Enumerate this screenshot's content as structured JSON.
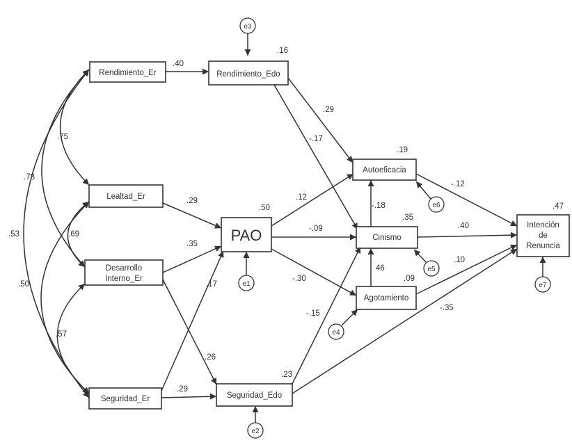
{
  "diagram": {
    "colors": {
      "stroke": "#333333",
      "text": "#333333",
      "background": "#ffffff"
    },
    "nodes": {
      "rend_er": {
        "label": "Rendimiento_Er"
      },
      "rend_edo": {
        "label": "Rendimiento_Edo",
        "r2": ".16"
      },
      "lealtad": {
        "label": "Lealtad_Er"
      },
      "pao": {
        "label": "PAO",
        "r2": ".50"
      },
      "desarrollo": {
        "label_line1": "Desarrollo",
        "label_line2": "Interno_Er"
      },
      "seg_er": {
        "label": "Seguridad_Er"
      },
      "seg_edo": {
        "label": "Seguridad_Edo",
        "r2": ".23"
      },
      "autoeficacia": {
        "label": "Autoeficacia",
        "r2": ".19"
      },
      "cinismo": {
        "label": "Cinismo",
        "r2": ".35"
      },
      "agotamiento": {
        "label": "Agotamiento",
        "r2": ".09"
      },
      "intencion": {
        "label_line1": "Intención",
        "label_line2": "de",
        "label_line3": "Renuncia",
        "r2": ".47"
      }
    },
    "errors": {
      "e1": "e1",
      "e2": "e2",
      "e3": "e3",
      "e4": "e4",
      "e5": "e5",
      "e6": "e6",
      "e7": "e7"
    },
    "coefficients": {
      "rend_er_to_rend_edo": ".40",
      "rend_edo_to_autoeficacia": ".29",
      "rend_edo_to_cinismo": "-.17",
      "lealtad_to_pao": ".29",
      "desarrollo_to_pao": ".35",
      "seg_er_to_pao": ".17",
      "desarrollo_to_seg_edo": ".26",
      "seg_er_to_seg_edo": ".29",
      "pao_to_autoeficacia": ".12",
      "pao_to_cinismo": "-.09",
      "pao_to_agotamiento": "-.30",
      "seg_edo_to_cinismo": "-.15",
      "seg_edo_to_intencion": "-.35",
      "cinismo_to_autoeficacia": "-.18",
      "agotamiento_to_cinismo": "46",
      "autoeficacia_to_intencion": "-.12",
      "cinismo_to_intencion": ".40",
      "agotamiento_to_intencion": ".10"
    },
    "correlations": {
      "rend_lealtad": ".75",
      "rend_desarrollo": ".78",
      "rend_seguridad": ".53",
      "lealtad_desarrollo": ".69",
      "lealtad_seguridad": ".50",
      "desarrollo_seguridad": ".57"
    }
  }
}
